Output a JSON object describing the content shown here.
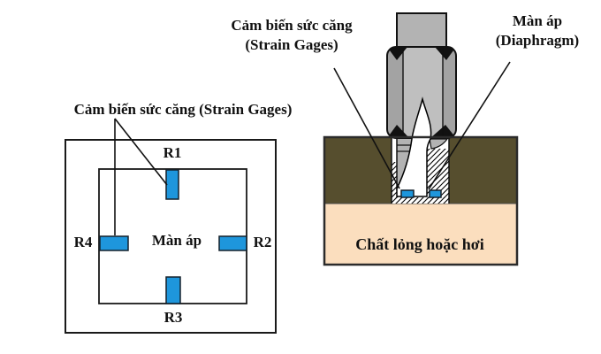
{
  "left_figure": {
    "title": "Cảm biến sức căng (Strain Gages)",
    "center_label": "Màn áp",
    "gages": {
      "r1": "R1",
      "r2": "R2",
      "r3": "R3",
      "r4": "R4"
    }
  },
  "right_figure": {
    "strain_label_line1": "Cảm biến sức căng",
    "strain_label_line2": "(Strain Gages)",
    "diaphragm_label_line1": "Màn áp",
    "diaphragm_label_line2": "(Diaphragm)",
    "fluid_label": "Chất lỏng hoặc hơi"
  },
  "colors": {
    "gage_blue": "#1E96DC",
    "block_brown": "#564E2E",
    "fluid_peach": "#FBDEBE",
    "bolt_gray": "#B3B3B3",
    "bolt_gray_light": "#BFBFBF",
    "bolt_gray_dark": "#A3A3A3"
  }
}
